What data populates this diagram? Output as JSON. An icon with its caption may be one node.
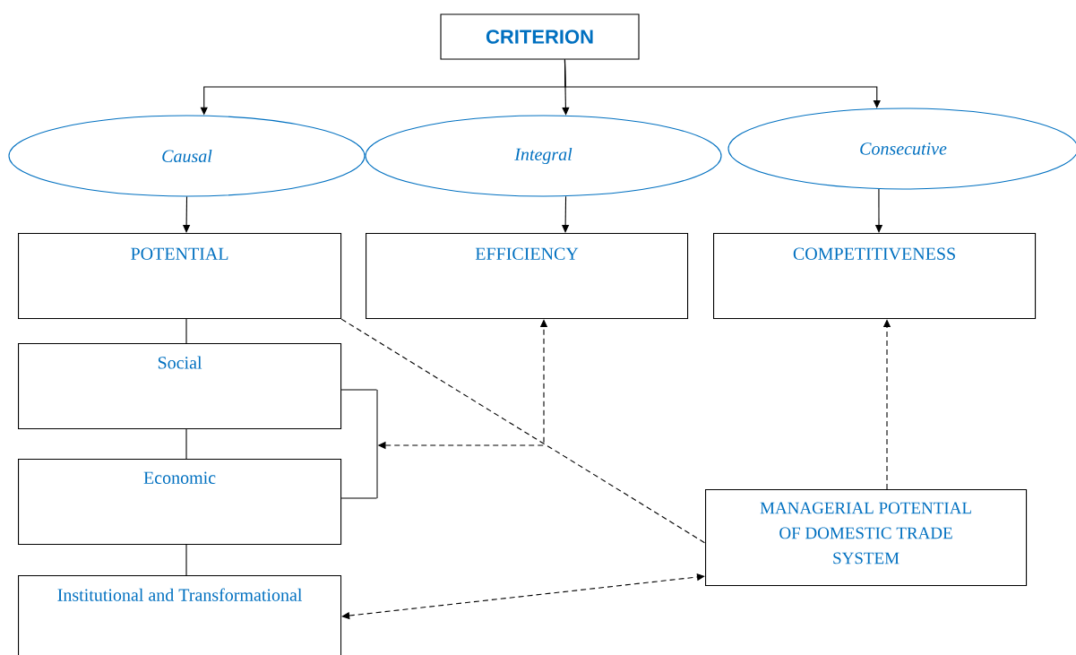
{
  "diagram": {
    "nodes": [
      {
        "text": [
          "CRITERION"
        ]
      },
      {
        "text": [
          "Causal"
        ]
      },
      {
        "text": [
          "Integral"
        ]
      },
      {
        "text": [
          "Consecutive"
        ]
      },
      {
        "text": [
          "POTENTIAL"
        ]
      },
      {
        "text": [
          "EFFICIENCY"
        ]
      },
      {
        "text": [
          "COMPETITIVENESS"
        ]
      },
      {
        "text": [
          "Social"
        ]
      },
      {
        "text": [
          "Economic"
        ]
      },
      {
        "text": [
          "Institutional and Transformational"
        ]
      },
      {
        "text": [
          "MANAGERIAL POTENTIAL OF DOMESTIC TRADE SYSTEM"
        ]
      },
      {
        "text": [],
        "shape": "bar"
      }
    ],
    "edges": [
      {
        "from": 0,
        "to": 1,
        "arrow": "to"
      },
      {
        "from": 0,
        "to": 2,
        "arrow": "to"
      },
      {
        "from": 0,
        "to": 3,
        "arrow": "to"
      },
      {
        "from": 1,
        "to": 4,
        "arrow": "to"
      },
      {
        "from": 2,
        "to": 5,
        "arrow": "to"
      },
      {
        "from": 3,
        "to": 6,
        "arrow": "to"
      },
      {
        "from": 4,
        "to": 7,
        "arrow": "none"
      },
      {
        "from": 7,
        "to": 8,
        "arrow": "none"
      },
      {
        "from": 8,
        "to": 9,
        "arrow": "none"
      },
      {
        "from": 7,
        "to": 11,
        "arrow": "none"
      },
      {
        "from": 8,
        "to": 11,
        "arrow": "none"
      },
      {
        "from": 4,
        "to": 10,
        "arrow": "none",
        "style": "dashed"
      },
      {
        "from": 10,
        "to": 6,
        "arrow": "to",
        "style": "dashed"
      },
      {
        "from": 9,
        "to": 10,
        "arrow": "both",
        "style": "dashed"
      },
      {
        "from": 11,
        "to": 5,
        "arrow": "both",
        "style": "dashed"
      }
    ]
  }
}
